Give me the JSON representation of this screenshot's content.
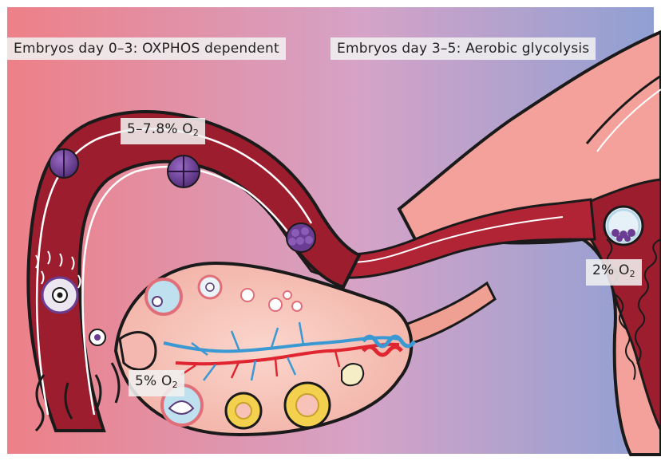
{
  "labels": {
    "phase_oxphos": "Embryos day 0–3: OXPHOS dependent",
    "phase_glycolysis": "Embryos day 3–5: Aerobic glycolysis",
    "oviduct_o2_value": "5–7.8% O",
    "ovary_o2_value": "5% O",
    "uterus_o2_value": "2% O",
    "o2_subscript": "2"
  },
  "colors": {
    "background_left": "#ee7f86",
    "background_mid": "#d5a3c7",
    "background_right": "#8ea0d4",
    "oviduct": "#9c1d2e",
    "uterus_wall": "#f3a19a",
    "ovary": "#f7c3b8",
    "artery": "#e02430",
    "vein": "#3a98d3",
    "embryo": "#6a3d93",
    "corpus_luteum": "#f3d04d"
  }
}
